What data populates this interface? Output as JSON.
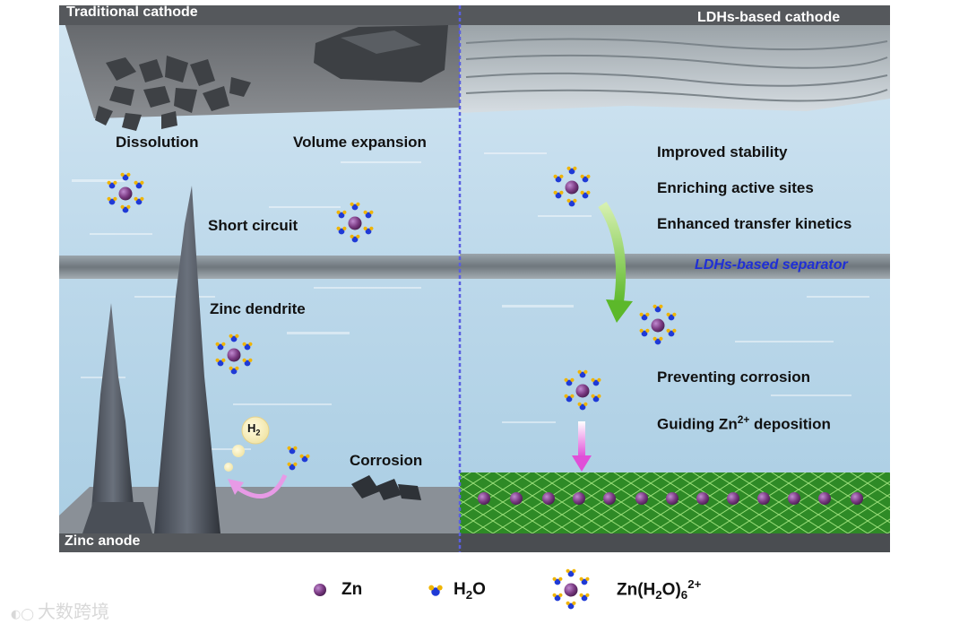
{
  "left_panel": {
    "header": "Traditional cathode",
    "footer": "Zinc anode",
    "labels": {
      "dissolution": "Dissolution",
      "volume_expansion": "Volume expansion",
      "short_circuit": "Short circuit",
      "zinc_dendrite": "Zinc dendrite",
      "corrosion": "Corrosion",
      "h2_main": "H",
      "h2_sub": "2"
    }
  },
  "right_panel": {
    "header": "LDHs-based cathode",
    "separator": "LDHs-based separator",
    "labels": {
      "improved_stability": "Improved stability",
      "enriching_sites": "Enriching active sites",
      "transfer_kinetics": "Enhanced transfer kinetics",
      "preventing_corrosion": "Preventing corrosion",
      "guiding_pre": "Guiding Zn",
      "guiding_sup": "2+",
      "guiding_post": " deposition"
    }
  },
  "legend": {
    "zn": "Zn",
    "h2o_pre": "H",
    "h2o_sub": "2",
    "h2o_post": "O",
    "complex_pre": "Zn(H",
    "complex_sub1": "2",
    "complex_mid": "O)",
    "complex_sub2": "6",
    "complex_sup": "2+"
  },
  "watermark": "大数跨境",
  "colors": {
    "water_bg": "#bcd8ea",
    "cathode_gray": "#6f7276",
    "zn_atom": "#7a3a82",
    "oxygen": "#1f3ad6",
    "hydrogen": "#f0b400",
    "green_arrow": "#8bd13a",
    "pink_arrow": "#e76ae0",
    "ldh_green": "#2e8a26"
  }
}
